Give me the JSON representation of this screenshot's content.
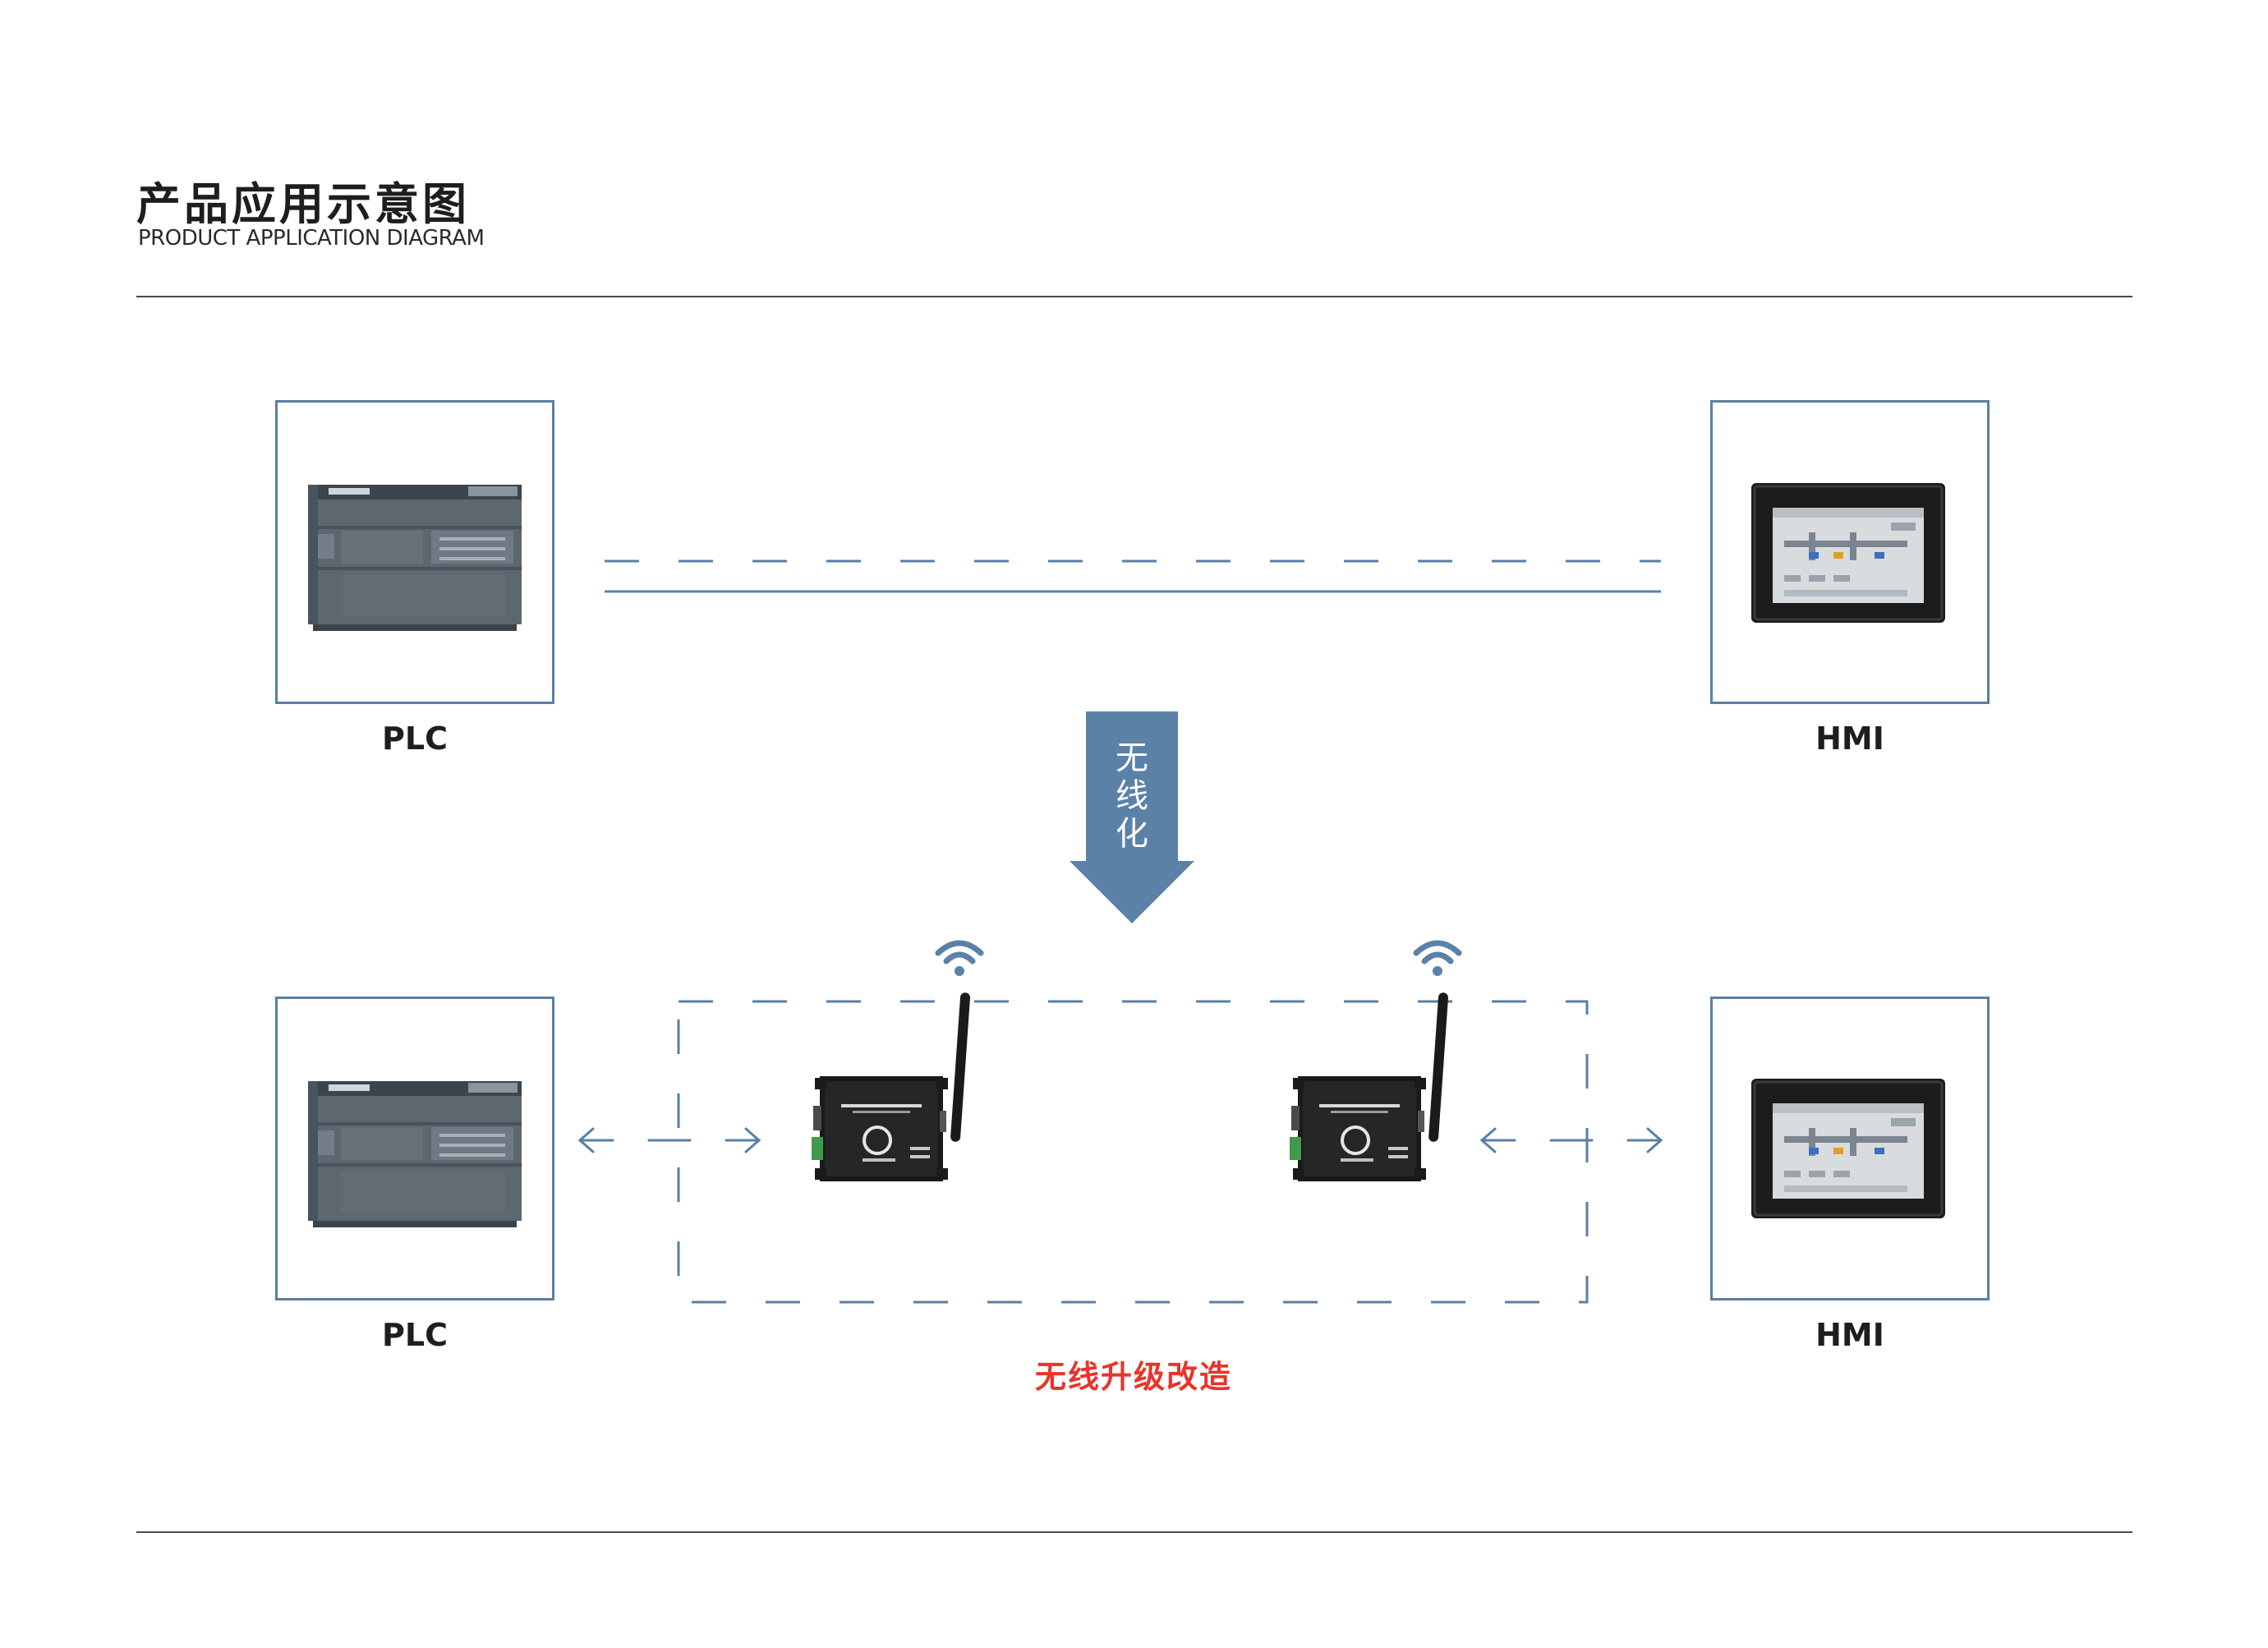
{
  "header": {
    "title_cn": "产品应用示意图",
    "title_en": "PRODUCT APPLICATION DIAGRAM"
  },
  "before": {
    "plc_label": "PLC",
    "hmi_label": "HMI"
  },
  "transition": {
    "arrow_text": "无线化"
  },
  "after": {
    "plc_label": "PLC",
    "hmi_label": "HMI",
    "caption": "无线升级改造"
  },
  "colors": {
    "accent_blue": "#5a7fa6",
    "arrow_fill": "#5b81a7",
    "caption_red": "#e8342a",
    "device_dark": "#1c1c1c"
  },
  "icons": [
    "plc-icon",
    "hmi-icon",
    "wireless-transceiver-icon",
    "wifi-signal-icon",
    "down-arrow-icon",
    "bidirectional-arrow-icon"
  ]
}
